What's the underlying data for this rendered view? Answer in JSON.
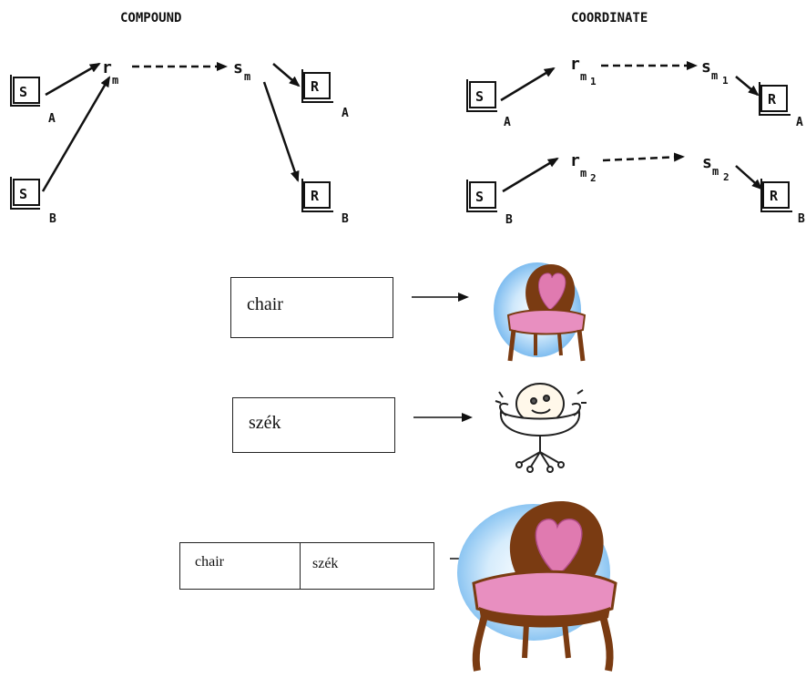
{
  "diagram": {
    "compound": {
      "title": "COMPOUND",
      "sign_a": "S",
      "sub_a": "A",
      "sign_b": "S",
      "sub_b": "B",
      "rm": "r",
      "rm_sub": "m",
      "sm": "s",
      "sm_sub": "m",
      "resp_a": "R",
      "resp_sub_a": "A",
      "resp_b": "R",
      "resp_sub_b": "B"
    },
    "coordinate": {
      "title": "COORDINATE",
      "sign_a": "S",
      "sub_a": "A",
      "sign_b": "S",
      "sub_b": "B",
      "rm1": "r",
      "rm1_sub": "m",
      "rm1_idx": "1",
      "sm1": "s",
      "sm1_sub": "m",
      "sm1_idx": "1",
      "rm2": "r",
      "rm2_sub": "m",
      "rm2_idx": "2",
      "sm2": "s",
      "sm2_sub": "m",
      "sm2_idx": "2",
      "resp_a": "R",
      "resp_sub_a": "A",
      "resp_b": "R",
      "resp_sub_b": "B"
    }
  },
  "examples": {
    "english_word": "chair",
    "hungarian_word": "szék",
    "combined_left": "chair",
    "combined_right": "szék"
  },
  "colors": {
    "ink": "#111111",
    "chair_wood": "#7a3b12",
    "chair_cushion": "#e07ab0",
    "chair_glow": "#8fc9f2"
  }
}
